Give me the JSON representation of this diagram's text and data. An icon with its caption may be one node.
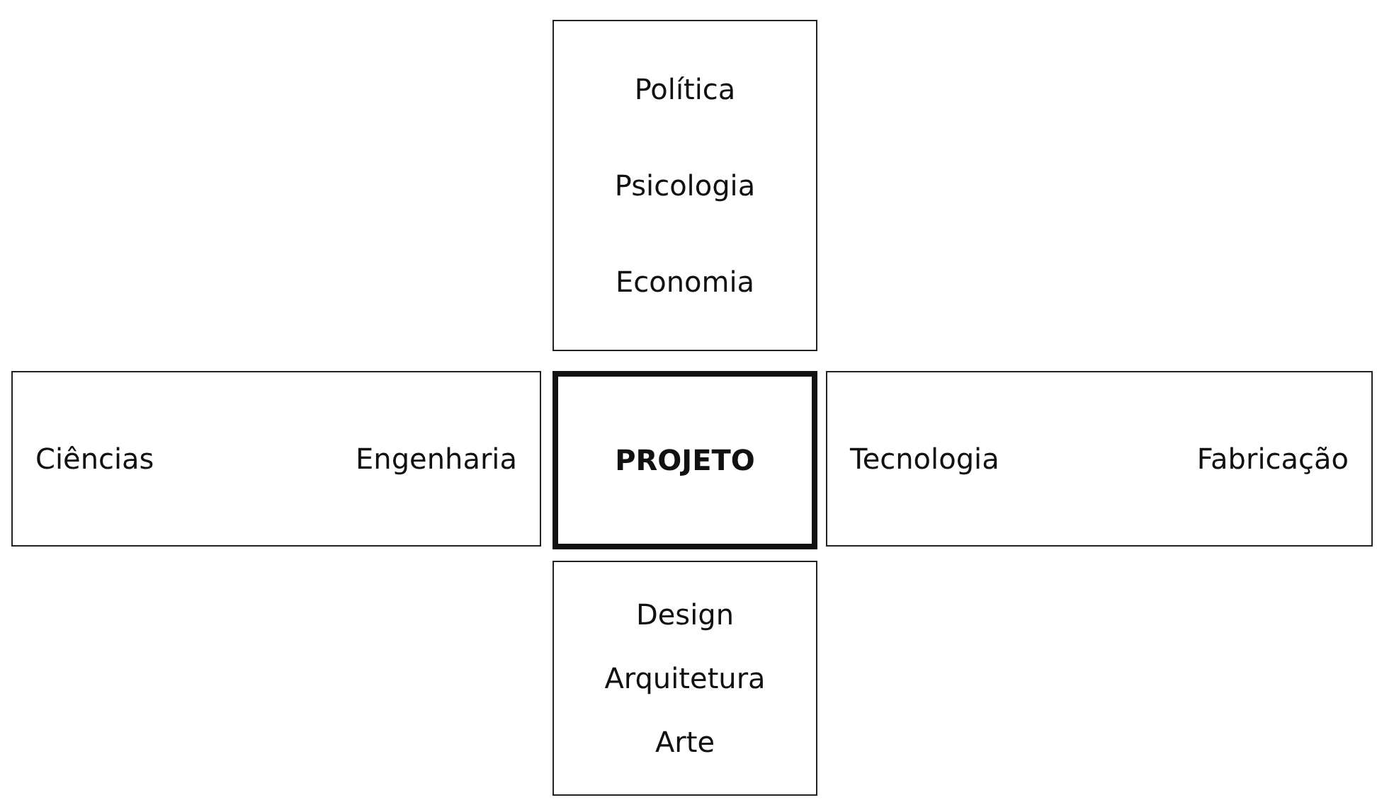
{
  "diagram": {
    "nodes": [
      {
        "text": [
          "Política",
          "Psicologia",
          "Economia"
        ]
      },
      {
        "text": [
          "Ciências",
          "Engenharia"
        ]
      },
      {
        "text": [
          "PROJETO"
        ]
      },
      {
        "text": [
          "Tecnologia",
          "Fabricação"
        ]
      },
      {
        "text": [
          "Design",
          "Arquitetura",
          "Arte"
        ]
      }
    ]
  }
}
